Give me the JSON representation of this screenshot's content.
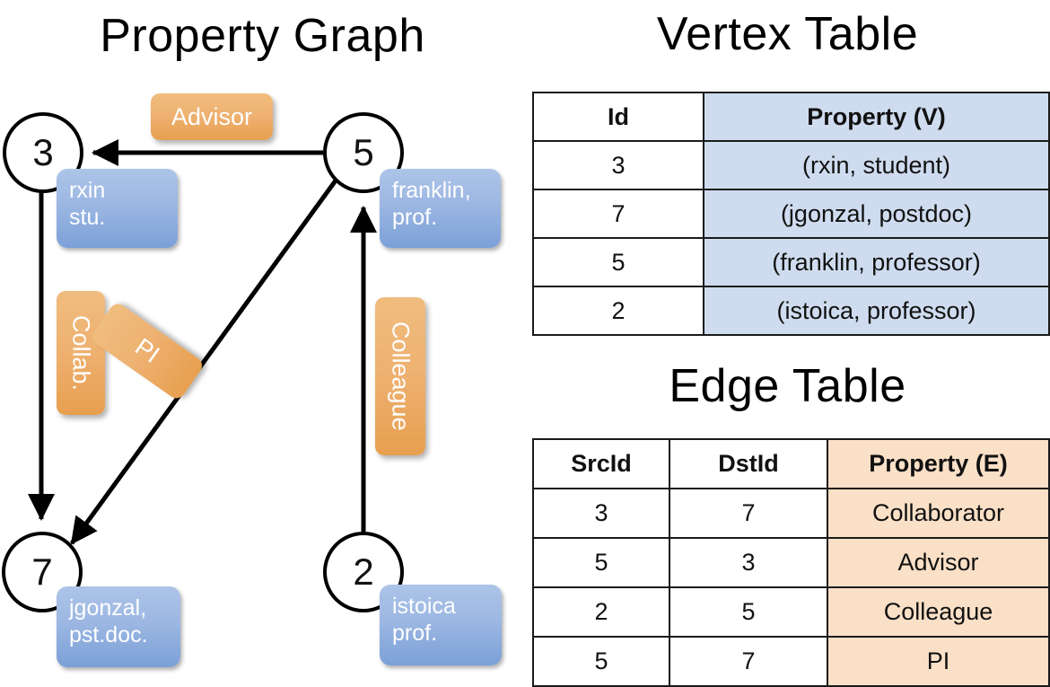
{
  "titles": {
    "graph": "Property Graph",
    "vertex": "Vertex Table",
    "edge": "Edge Table"
  },
  "graph": {
    "nodes": [
      {
        "id": "3",
        "property": "rxin\nstu."
      },
      {
        "id": "5",
        "property": "franklin,\nprof."
      },
      {
        "id": "7",
        "property": "jgonzal,\npst.doc."
      },
      {
        "id": "2",
        "property": "istoica\nprof."
      }
    ],
    "node_labels": {
      "n3": "3",
      "n5": "5",
      "n7": "7",
      "n2": "2"
    },
    "vertex_props": {
      "p3_line1": "rxin",
      "p3_line2": "stu.",
      "p5_line1": "franklin,",
      "p5_line2": "prof.",
      "p7_line1": "jgonzal,",
      "p7_line2": "pst.doc.",
      "p2_line1": "istoica",
      "p2_line2": "prof."
    },
    "edge_labels": {
      "advisor": "Advisor",
      "collab": "Collab.",
      "pi": "PI",
      "colleague": "Colleague"
    },
    "edges": [
      {
        "src": "5",
        "dst": "3",
        "label": "Advisor"
      },
      {
        "src": "3",
        "dst": "7",
        "label": "Collab."
      },
      {
        "src": "5",
        "dst": "7",
        "label": "PI"
      },
      {
        "src": "2",
        "dst": "5",
        "label": "Colleague"
      }
    ]
  },
  "vertex_table": {
    "headers": [
      "Id",
      "Property (V)"
    ],
    "rows": [
      {
        "id": "3",
        "property": "(rxin, student)"
      },
      {
        "id": "7",
        "property": "(jgonzal, postdoc)"
      },
      {
        "id": "5",
        "property": "(franklin, professor)"
      },
      {
        "id": "2",
        "property": "(istoica, professor)"
      }
    ]
  },
  "edge_table": {
    "headers": [
      "SrcId",
      "DstId",
      "Property (E)"
    ],
    "rows": [
      {
        "src": "3",
        "dst": "7",
        "property": "Collaborator"
      },
      {
        "src": "5",
        "dst": "3",
        "property": "Advisor"
      },
      {
        "src": "2",
        "dst": "5",
        "property": "Colleague"
      },
      {
        "src": "5",
        "dst": "7",
        "property": "PI"
      }
    ]
  },
  "colors": {
    "vertex_box": "#9cb7e2",
    "edge_box": "#eeb171",
    "vertex_cell": "#cfdcef",
    "edge_cell": "#fae0c7",
    "stroke": "#000000"
  }
}
